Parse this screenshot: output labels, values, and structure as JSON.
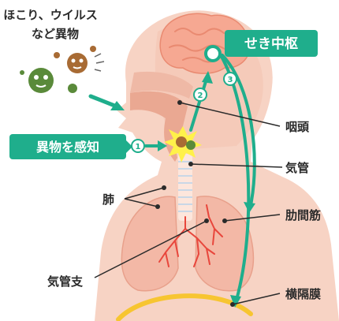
{
  "title_lines": [
    "ほこり、ウイルス",
    "など異物"
  ],
  "center_tag": "せき中枢",
  "detect_tag": "異物を感知",
  "labels": {
    "pharynx": "咽頭",
    "trachea": "気管",
    "lungs": "肺",
    "intercostal": "肋間筋",
    "bronchi": "気管支",
    "diaphragm": "横隔膜"
  },
  "steps": [
    "1",
    "2",
    "3"
  ],
  "colors": {
    "accent": "#1fae8c",
    "skin": "#f7d3c4",
    "skin_dark": "#efb9a6",
    "lung": "#f3b8a6",
    "brain": "#f6a892",
    "diaphragm": "#f7c531",
    "germ_green": "#5a8a3a",
    "germ_brown": "#a86b34",
    "spark": "#fff14a"
  }
}
